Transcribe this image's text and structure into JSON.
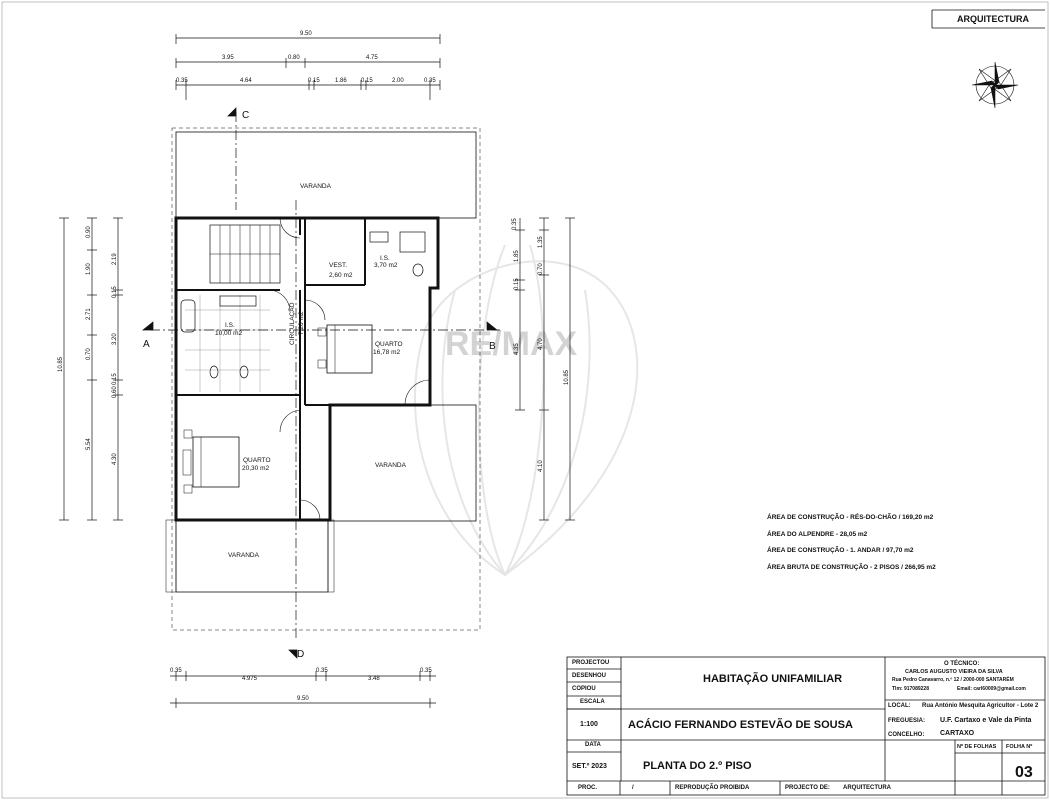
{
  "header": {
    "discipline": "ARQUITECTURA"
  },
  "dimensions": {
    "top_total": "9.50",
    "top_mid": [
      "3.95",
      "0.80",
      "4.75"
    ],
    "top_detail": [
      "0.35",
      "4.64",
      "0.15",
      "1.86",
      "0.15",
      "2.00",
      "0.35"
    ],
    "bottom_detail": [
      "0.35",
      "4.975",
      "0.35",
      "3.48",
      "0.35"
    ],
    "bottom_total": "9.50",
    "left_outer": "10.85",
    "left_mid": [
      "2.71",
      "3.20",
      "5.54"
    ],
    "left_inner": [
      "0.90",
      "1.90",
      "0.70",
      "4.30"
    ],
    "left_inner2": [
      "2.19",
      "0.15",
      "0.15",
      "0.60"
    ],
    "right_outer": "10.85",
    "right_mid": [
      "0.35",
      "1.35",
      "4.70",
      "4.10"
    ],
    "right_inner": [
      "1.85",
      "0.70",
      "0.15",
      "4.35"
    ]
  },
  "sections": {
    "a": "A",
    "b": "B",
    "c": "C",
    "d": "D"
  },
  "rooms": [
    {
      "id": "varanda-top",
      "label": "VARANDA",
      "area": ""
    },
    {
      "id": "vest",
      "label": "VEST.",
      "area": "2,60 m2"
    },
    {
      "id": "ish-small",
      "label": "I.S.",
      "area": "3,70 m2"
    },
    {
      "id": "circulacao",
      "label": "CIRCULAÇÃO",
      "area": "7,20 m2"
    },
    {
      "id": "ish-large",
      "label": "I.S.",
      "area": "10,00 m2"
    },
    {
      "id": "quarto-1",
      "label": "QUARTO",
      "area": "16,78 m2"
    },
    {
      "id": "quarto-2",
      "label": "QUARTO",
      "area": "20,30 m2"
    },
    {
      "id": "varanda-right",
      "label": "VARANDA",
      "area": ""
    },
    {
      "id": "varanda-bottom",
      "label": "VARANDA",
      "area": ""
    }
  ],
  "areas": [
    "ÁREA DE CONSTRUÇÃO - RÉS-DO-CHÃO / 169,20 m2",
    "ÁREA DO ALPENDRE - 28,05 m2",
    "ÁREA DE CONSTRUÇÃO - 1. ANDAR / 97,70 m2",
    "ÁREA BRUTA DE CONSTRUÇÃO - 2 PISOS / 266,95 m2"
  ],
  "title_block": {
    "labels": {
      "projectou": "PROJECTOU",
      "desenhou": "DESENHOU",
      "copiou": "COPIOU",
      "escala": "ESCALA",
      "data": "DATA",
      "proc": "PROC.",
      "local": "LOCAL:",
      "freguesia": "FREGUESIA:",
      "concelho": "CONCELHO:",
      "n_folhas": "Nº DE FOLHAS",
      "folha_n": "FOLHA Nº"
    },
    "scale": "1:100",
    "date": "SET.º 2023",
    "proc_value": "/",
    "reproducao": "REPRODUÇÃO PROIBIDA",
    "projecto_de_label": "PROJECTO DE:",
    "projecto_de": "ARQUITECTURA",
    "title": "HABITAÇÃO UNIFAMILIAR",
    "owner": "ACÁCIO FERNANDO ESTEVÃO DE SOUSA",
    "drawing": "PLANTA DO 2.º PISO",
    "tecnico_label": "O TÉCNICO:",
    "tecnico_name": "CARLOS AUGUSTO VIEIRA DA SILVA",
    "tecnico_address": "Rua Pedro Canavarro, n.º 12 / 2000-000 SANTARÉM",
    "tecnico_tlm": "Tlm: 917089228",
    "tecnico_email": "Email: carl60009@gmail.com",
    "local": "Rua António Mesquita Agricultor - Lote 2",
    "freguesia": "U.F. Cartaxo e Vale da Pinta",
    "concelho": "CARTAXO",
    "sheet": "03"
  },
  "watermark": {
    "text": "RE/MAX"
  }
}
